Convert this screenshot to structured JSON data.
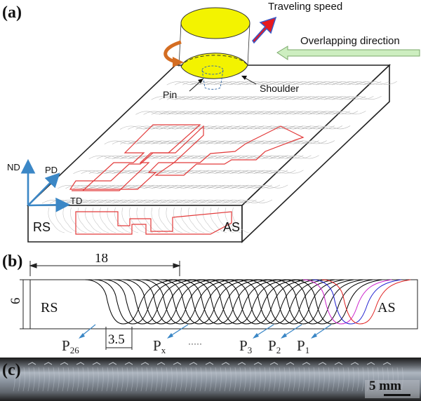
{
  "panel_a": {
    "label": "(a)",
    "traveling_speed": "Traveling speed",
    "overlapping_direction": "Overlapping direction",
    "pin": "Pin",
    "shoulder": "Shoulder",
    "axes": {
      "nd": "ND",
      "pd": "PD",
      "td": "TD"
    },
    "rs": "RS",
    "as": "AS",
    "colors": {
      "tool": "#f3f300",
      "arrow_red": "#e8191c",
      "arrow_green": "#cdeec0",
      "axis_blue": "#3b87c6",
      "specimen": "#e23a3a"
    }
  },
  "panel_b": {
    "label": "(b)",
    "width_dim": "18",
    "height_dim": "6",
    "pitch_dim": "3.5",
    "rs": "RS",
    "as": "AS",
    "passes": [
      {
        "main": "P",
        "sub": "26"
      },
      {
        "main": "P",
        "sub": "x"
      },
      {
        "main": "·····",
        "sub": ""
      },
      {
        "main": "P",
        "sub": "3"
      },
      {
        "main": "P",
        "sub": "2"
      },
      {
        "main": "P",
        "sub": "1"
      }
    ],
    "colors": {
      "p1": "#e02020",
      "p2": "#2020d0",
      "p3": "#cc22cc",
      "others": "#000000"
    }
  },
  "panel_c": {
    "label": "(c)",
    "scale_bar": "5 mm"
  }
}
